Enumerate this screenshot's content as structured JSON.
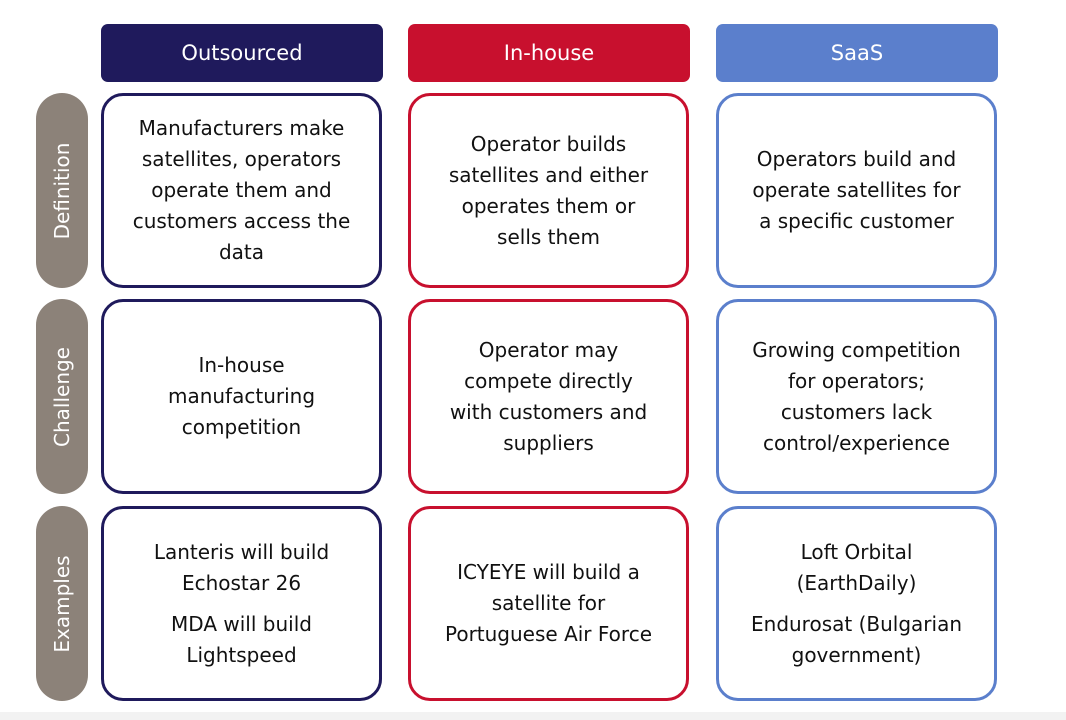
{
  "colors": {
    "outsourced": "#1f1a5c",
    "in_house": "#c8102e",
    "saas": "#5b7fcc",
    "row_label": "#8c8279"
  },
  "columns": [
    "Outsourced",
    "In-house",
    "SaaS"
  ],
  "rows": [
    "Definition",
    "Challenge",
    "Examples"
  ],
  "cells": {
    "definition": {
      "outsourced": [
        "Manufacturers make",
        "satellites, operators",
        "operate them and",
        "customers access the",
        "data"
      ],
      "in_house": [
        "Operator builds",
        "satellites and either",
        "operates them or",
        "sells them"
      ],
      "saas": [
        "Operators build and",
        "operate satellites for",
        "a specific customer"
      ]
    },
    "challenge": {
      "outsourced": [
        "In-house",
        "manufacturing",
        "competition"
      ],
      "in_house": [
        "Operator may",
        "compete directly",
        "with customers and",
        "suppliers"
      ],
      "saas": [
        "Growing competition",
        "for operators;",
        "customers lack",
        "control/experience"
      ]
    },
    "examples": {
      "outsourced": [
        [
          "Lanteris will build",
          "Echostar 26"
        ],
        [
          "MDA will build",
          "Lightspeed"
        ]
      ],
      "in_house": [
        [
          "ICYEYE will build a",
          "satellite for",
          "Portuguese Air Force"
        ]
      ],
      "saas": [
        [
          "Loft Orbital",
          "(EarthDaily)"
        ],
        [
          "Endurosat (Bulgarian",
          "government)"
        ]
      ]
    }
  }
}
